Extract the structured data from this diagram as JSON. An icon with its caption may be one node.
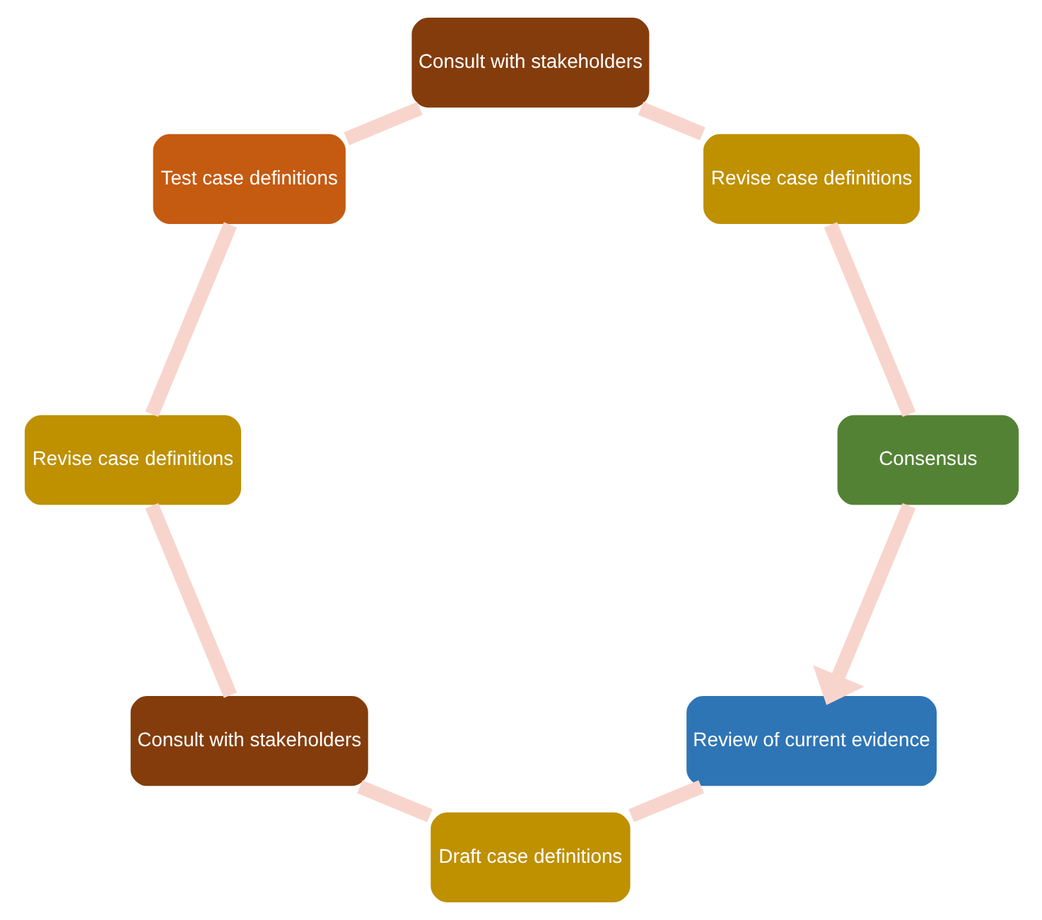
{
  "diagram": {
    "nodes": [
      {
        "text": [
          "Review of current evidence"
        ]
      },
      {
        "text": [
          "Draft case definitions"
        ]
      },
      {
        "text": [
          "Consult with stakeholders"
        ]
      },
      {
        "text": [
          "Revise case definitions"
        ]
      },
      {
        "text": [
          "Test case definitions"
        ]
      },
      {
        "text": [
          "Consult with stakeholders"
        ]
      },
      {
        "text": [
          "Revise case definitions"
        ]
      },
      {
        "text": [
          "Consensus"
        ]
      }
    ],
    "edges": [
      {
        "from": 0,
        "to": 1,
        "arrow": "none"
      },
      {
        "from": 1,
        "to": 2,
        "arrow": "none"
      },
      {
        "from": 2,
        "to": 3,
        "arrow": "none"
      },
      {
        "from": 3,
        "to": 4,
        "arrow": "none"
      },
      {
        "from": 4,
        "to": 5,
        "arrow": "none"
      },
      {
        "from": 5,
        "to": 6,
        "arrow": "none"
      },
      {
        "from": 6,
        "to": 7,
        "arrow": "none"
      },
      {
        "from": 7,
        "to": 0,
        "arrow": "to"
      }
    ]
  }
}
